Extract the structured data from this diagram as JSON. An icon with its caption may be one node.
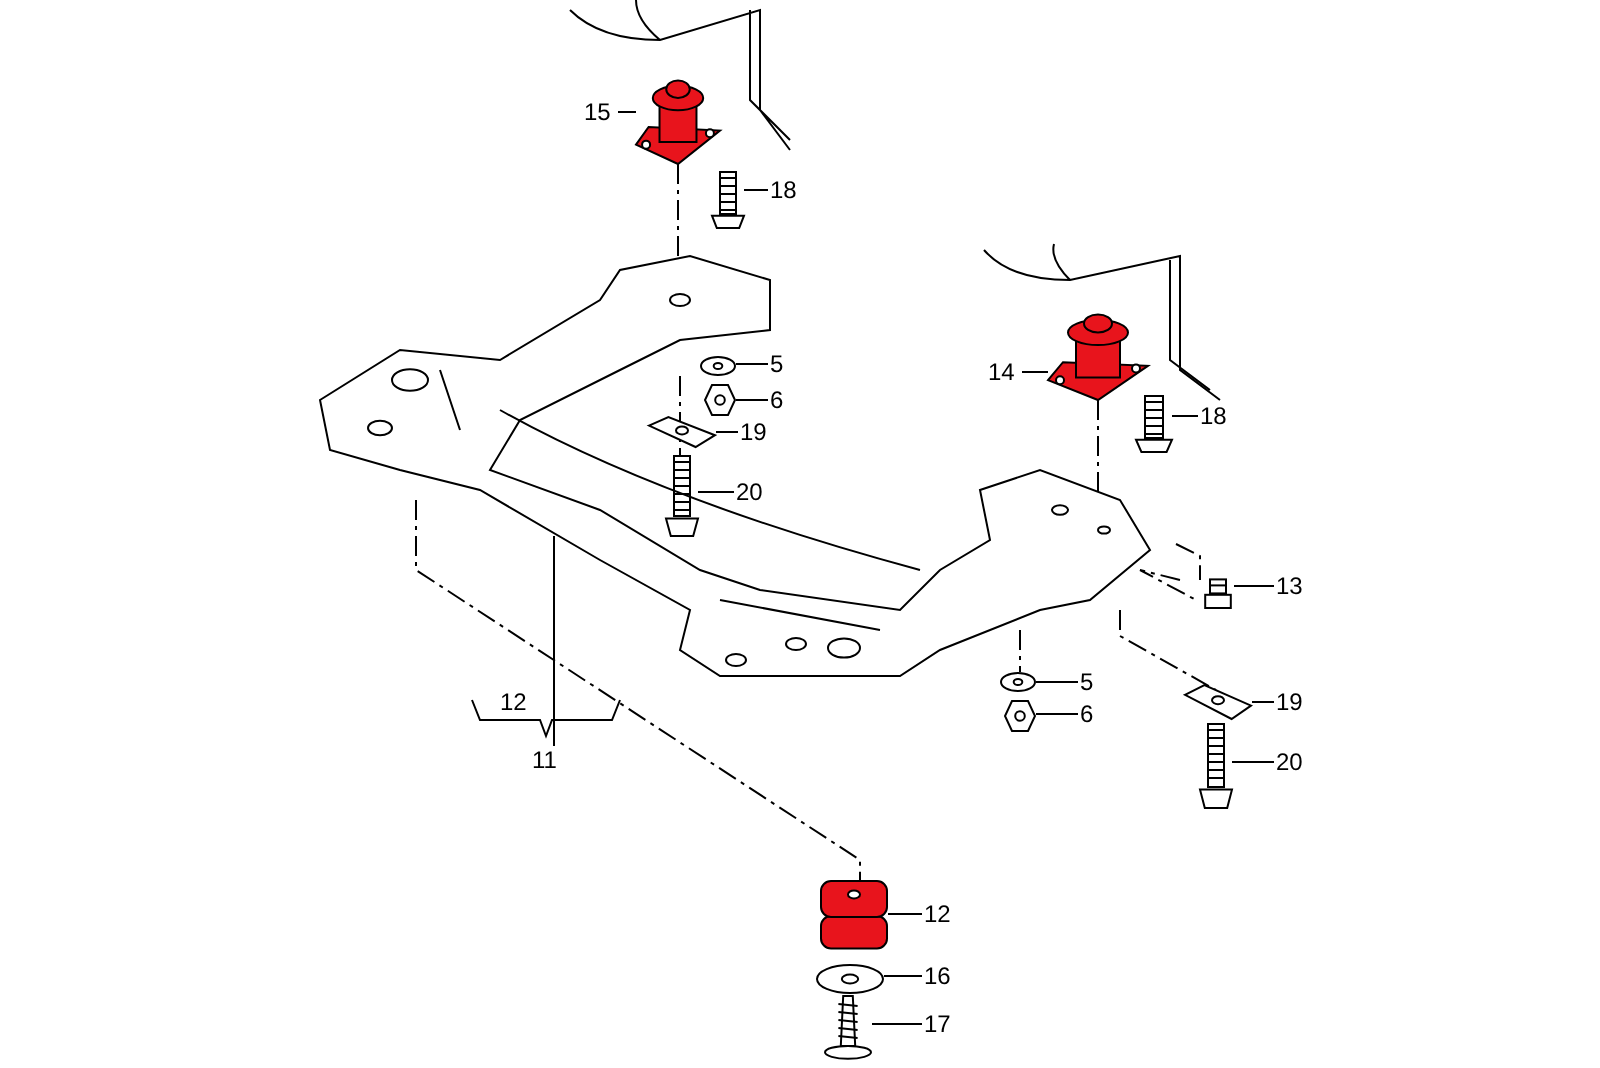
{
  "diagram": {
    "nodes": [
      {
        "text": [
          "15"
        ]
      },
      {
        "text": [],
        "shape": "picture"
      },
      {
        "text": [
          "18"
        ]
      },
      {
        "text": [],
        "shape": "picture"
      },
      {
        "text": [
          "5"
        ]
      },
      {
        "text": [],
        "shape": "picture"
      },
      {
        "text": [
          "6"
        ]
      },
      {
        "text": [],
        "shape": "picture"
      },
      {
        "text": [
          "19"
        ]
      },
      {
        "text": [],
        "shape": "picture"
      },
      {
        "text": [
          "20"
        ]
      },
      {
        "text": [],
        "shape": "picture"
      },
      {
        "text": [
          "14"
        ]
      },
      {
        "text": [],
        "shape": "picture"
      },
      {
        "text": [
          "18"
        ]
      },
      {
        "text": [],
        "shape": "picture"
      },
      {
        "text": [
          "13"
        ]
      },
      {
        "text": [],
        "shape": "picture"
      },
      {
        "text": [
          "5"
        ]
      },
      {
        "text": [],
        "shape": "picture"
      },
      {
        "text": [
          "6"
        ]
      },
      {
        "text": [],
        "shape": "picture"
      },
      {
        "text": [
          "19"
        ]
      },
      {
        "text": [],
        "shape": "picture"
      },
      {
        "text": [
          "20"
        ]
      },
      {
        "text": [],
        "shape": "picture"
      },
      {
        "text": [
          "12"
        ]
      },
      {
        "text": [],
        "shape": "picture"
      },
      {
        "text": [
          "16"
        ]
      },
      {
        "text": [],
        "shape": "picture"
      },
      {
        "text": [
          "17"
        ]
      },
      {
        "text": [],
        "shape": "picture"
      },
      {
        "text": [],
        "shape": "picture"
      },
      {
        "text": [
          "11"
        ]
      }
    ],
    "edges": [
      {
        "from": 0,
        "to": 1,
        "arrow": "none"
      },
      {
        "from": 2,
        "to": 3,
        "arrow": "none"
      },
      {
        "from": 4,
        "to": 5,
        "arrow": "none"
      },
      {
        "from": 6,
        "to": 7,
        "arrow": "none"
      },
      {
        "from": 8,
        "to": 9,
        "arrow": "none"
      },
      {
        "from": 10,
        "to": 11,
        "arrow": "none"
      },
      {
        "from": 12,
        "to": 13,
        "arrow": "none"
      },
      {
        "from": 14,
        "to": 15,
        "arrow": "none"
      },
      {
        "from": 16,
        "to": 17,
        "arrow": "none"
      },
      {
        "from": 18,
        "to": 19,
        "arrow": "none"
      },
      {
        "from": 20,
        "to": 21,
        "arrow": "none"
      },
      {
        "from": 22,
        "to": 23,
        "arrow": "none"
      },
      {
        "from": 24,
        "to": 25,
        "arrow": "none"
      },
      {
        "from": 26,
        "to": 27,
        "arrow": "none"
      },
      {
        "from": 28,
        "to": 29,
        "arrow": "none"
      },
      {
        "from": 30,
        "to": 31,
        "arrow": "none"
      },
      {
        "from": 33,
        "to": 32,
        "arrow": "none"
      }
    ],
    "labels": [
      "12"
    ]
  }
}
